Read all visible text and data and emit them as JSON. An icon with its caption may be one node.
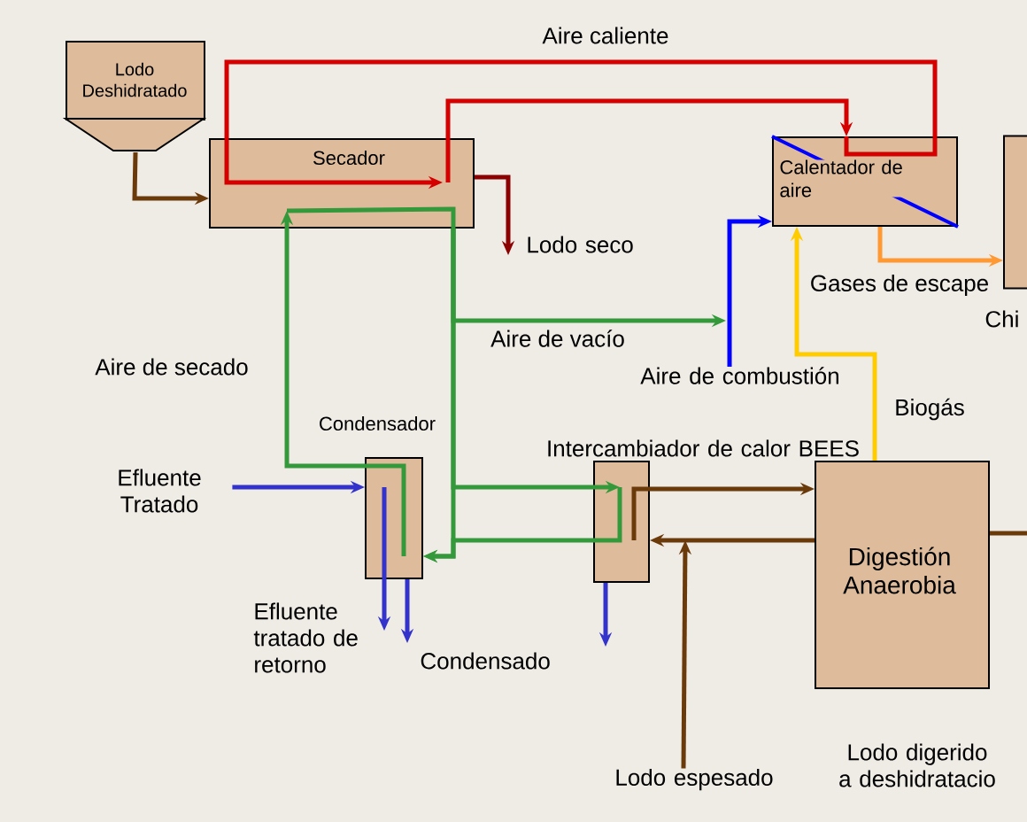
{
  "diagram": {
    "nodes": [
      {
        "text": [
          "Lodo Deshidratado"
        ]
      },
      {
        "text": [
          "Secador"
        ]
      },
      {
        "text": [
          "Calentador de aire"
        ]
      },
      {
        "text": [],
        "shape": "cylinder",
        "beside": [
          "Chi"
        ]
      },
      {
        "text": [
          "Condensador"
        ]
      },
      {
        "text": [
          "Intercambiador de calor BEES"
        ]
      },
      {
        "text": [
          "Digestión Anaerobia"
        ]
      },
      {
        "text": [
          "Lodo seco"
        ]
      },
      {
        "text": [
          "Aire de combustión"
        ]
      },
      {
        "text": [
          "Efluente Tratado"
        ]
      },
      {
        "text": [
          "Efluente tratado de retorno"
        ]
      },
      {
        "text": [
          "Condensado"
        ]
      },
      {
        "text": [
          "Lodo espesado"
        ]
      }
    ],
    "edges": [
      {
        "from": 0,
        "to": 1,
        "arrow": "to",
        "color": "#6b3a0a"
      },
      {
        "from": 2,
        "to": 1,
        "arrow": "to",
        "label": "Aire caliente",
        "color": "#d40000"
      },
      {
        "from": 1,
        "to": 2,
        "arrow": "to",
        "color": "#d40000"
      },
      {
        "from": 1,
        "to": 7,
        "arrow": "to",
        "color": "#8b0000"
      },
      {
        "from": 4,
        "to": 1,
        "arrow": "to",
        "label": "Aire de secado",
        "color": "#33993a"
      },
      {
        "from": 1,
        "to": 4,
        "arrow": "to",
        "color": "#33993a"
      },
      {
        "from": 1,
        "to": 5,
        "arrow": "to",
        "color": "#33993a"
      },
      {
        "from": 5,
        "to": 4,
        "arrow": "to",
        "color": "#33993a"
      },
      {
        "from": 1,
        "to": null,
        "arrow": "to",
        "label": "Aire de vacío",
        "color": "#33993a"
      },
      {
        "from": 8,
        "to": 2,
        "arrow": "to",
        "color": "#0000ff"
      },
      {
        "from": 6,
        "to": 2,
        "arrow": "to",
        "label": "Biogás",
        "color": "#ffcc00"
      },
      {
        "from": 2,
        "to": 3,
        "arrow": "to",
        "label": "Gases de escape",
        "color": "#ff9933"
      },
      {
        "from": 9,
        "to": 4,
        "arrow": "to",
        "color": "#3333cc"
      },
      {
        "from": 4,
        "to": 10,
        "arrow": "to",
        "color": "#3333cc"
      },
      {
        "from": 4,
        "to": 11,
        "arrow": "to",
        "color": "#3333cc"
      },
      {
        "from": 5,
        "to": 11,
        "arrow": "to",
        "color": "#3333cc"
      },
      {
        "from": 5,
        "to": 6,
        "arrow": "to",
        "color": "#6b3a0a"
      },
      {
        "from": 6,
        "to": 5,
        "arrow": "to",
        "color": "#6b3a0a"
      },
      {
        "from": 12,
        "to": 5,
        "arrow": "to",
        "color": "#6b3a0a"
      },
      {
        "from": 6,
        "to": null,
        "arrow": "none",
        "color": "#6b3a0a"
      }
    ],
    "labels": [
      "Lodo digerido a deshidratacio"
    ]
  }
}
